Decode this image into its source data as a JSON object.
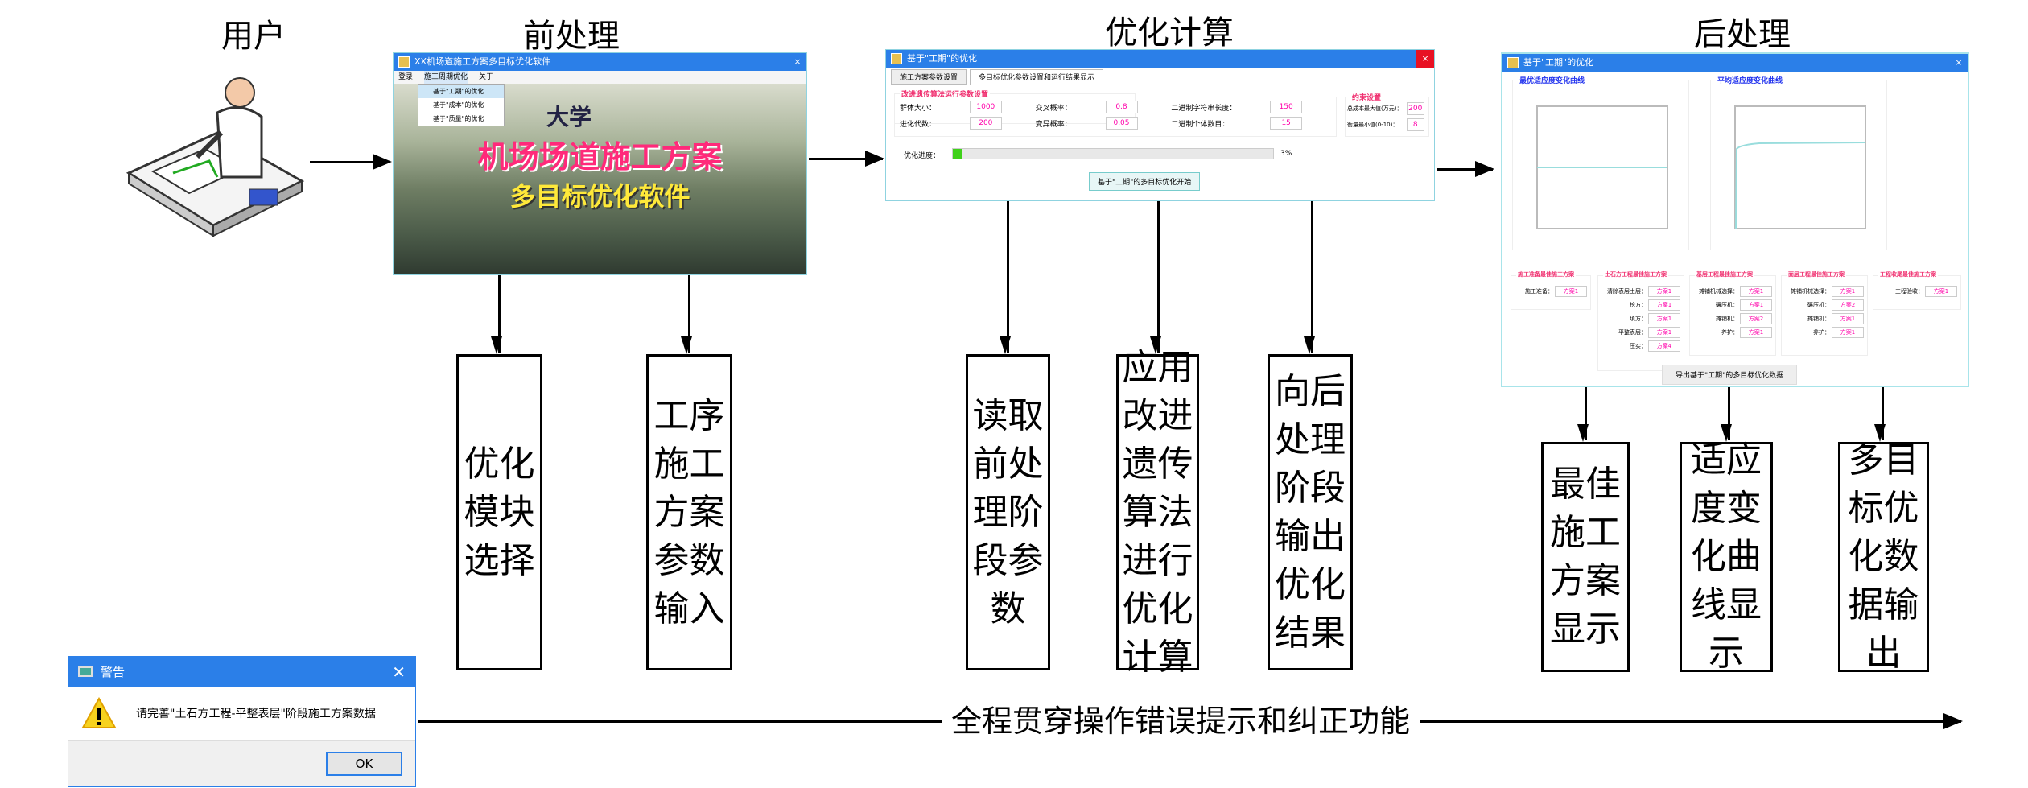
{
  "stages": {
    "user": "用户",
    "pre": "前处理",
    "opt": "优化计算",
    "post": "后处理"
  },
  "pre_window": {
    "title": "XX机场道施工方案多目标优化软件",
    "menu": [
      "登录",
      "施工周期优化",
      "关于"
    ],
    "dropdown": [
      "基于\"工期\"的优化",
      "基于\"成本\"的优化",
      "基于\"质量\"的优化"
    ],
    "banner_top": "大学",
    "banner_line1": "机场场道施工方案",
    "banner_line2": "多目标优化软件"
  },
  "opt_window": {
    "title": "基于\"工期\"的优化",
    "tabs": [
      "施工方案参数设置",
      "多目标优化参数设置和运行结果显示"
    ],
    "ga_title": "改进遗传算法运行参数设置",
    "ga_fields": [
      {
        "label": "群体大小：",
        "value": "1000"
      },
      {
        "label": "交叉概率：",
        "value": "0.8"
      },
      {
        "label": "二进制字符串长度：",
        "value": "150"
      },
      {
        "label": "进化代数：",
        "value": "200"
      },
      {
        "label": "变异概率：",
        "value": "0.05"
      },
      {
        "label": "二进制个体数目：",
        "value": "15"
      }
    ],
    "constraint_title": "约束设置",
    "constraint_fields": [
      {
        "label": "总成本最大值(万元)：",
        "value": "200"
      },
      {
        "label": "衡量最小值(0-10)：",
        "value": "8"
      }
    ],
    "progress_label": "优化进度：",
    "progress_percent": 3,
    "progress_text": "3%",
    "start_button": "基于\"工期\"的多目标优化开始"
  },
  "post_window": {
    "title": "基于\"工期\"的优化",
    "chart_titles": [
      "最优适应度变化曲线",
      "平均适应度变化曲线"
    ],
    "sections": [
      {
        "title": "施工准备最佳施工方案",
        "fields": [
          {
            "label": "施工准备：",
            "value": "方案1"
          }
        ]
      },
      {
        "title": "土石方工程最佳施工方案",
        "fields": [
          {
            "label": "清除表层土层：",
            "value": "方案1"
          },
          {
            "label": "挖方：",
            "value": "方案1"
          },
          {
            "label": "填方：",
            "value": "方案1"
          },
          {
            "label": "平整表层：",
            "value": "方案1"
          },
          {
            "label": "压实：",
            "value": "方案4"
          }
        ]
      },
      {
        "title": "基层工程最佳施工方案",
        "fields": [
          {
            "label": "摊铺机械选择：",
            "value": "方案1"
          },
          {
            "label": "碾压机：",
            "value": "方案1"
          },
          {
            "label": "摊铺机：",
            "value": "方案2"
          },
          {
            "label": "养护：",
            "value": "方案1"
          }
        ]
      },
      {
        "title": "面层工程最佳施工方案",
        "fields": [
          {
            "label": "摊铺机械选择：",
            "value": "方案1"
          },
          {
            "label": "碾压机：",
            "value": "方案2"
          },
          {
            "label": "摊铺机：",
            "value": "方案1"
          },
          {
            "label": "养护：",
            "value": "方案1"
          }
        ]
      },
      {
        "title": "工程收尾最佳施工方案",
        "fields": [
          {
            "label": "工程验收：",
            "value": "方案1"
          }
        ]
      }
    ],
    "export_button": "导出基于\"工期\"的多目标优化数据"
  },
  "boxes": {
    "pre": [
      "优化模块选择",
      "工序施工方案参数输入"
    ],
    "opt": [
      "读取前处理阶段参数",
      "应用改进遗传算法进行优化计算",
      "向后处理阶段输出优化结果"
    ],
    "post": [
      "最佳施工方案显示",
      "适应度变化曲线显示",
      "多目标优化数据输出"
    ]
  },
  "warning": {
    "title": "警告",
    "message": "请完善\"土石方工程-平整表层\"阶段施工方案数据",
    "ok": "OK"
  },
  "bottom_label": "全程贯穿操作错误提示和纠正功能"
}
